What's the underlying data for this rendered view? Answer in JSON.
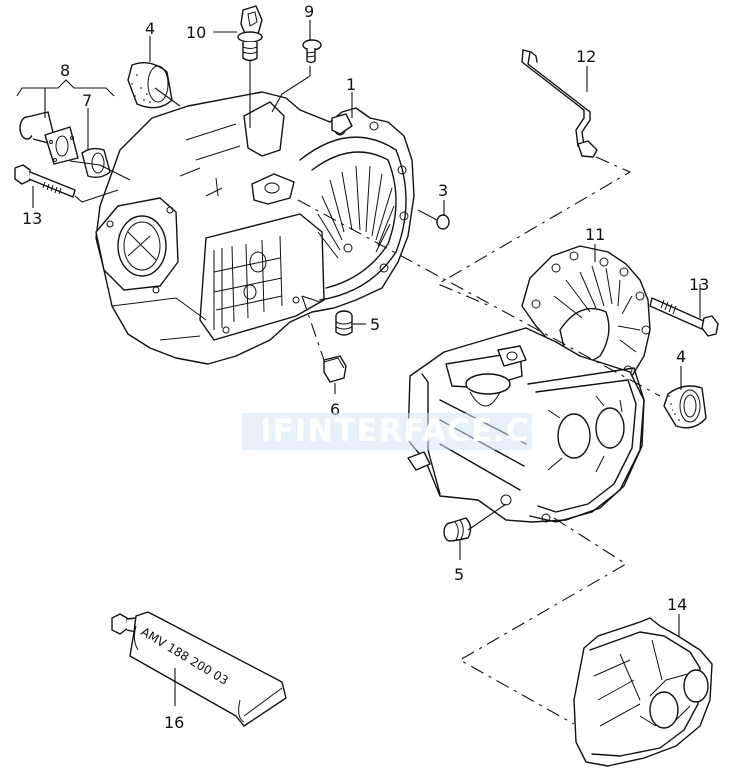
{
  "diagram": {
    "type": "exploded-parts-view",
    "subject": "gearbox housing",
    "background": "#ffffff",
    "line_color": "#111111",
    "watermark": {
      "text": "IFINTERFACE.COM",
      "color": "#d6e4f5"
    },
    "tube_label": "AMV 188 200 03",
    "callouts": [
      {
        "id": "1",
        "label": "1",
        "part": "gearbox-housing-front"
      },
      {
        "id": "3",
        "label": "3",
        "part": "plug"
      },
      {
        "id": "4a",
        "label": "4",
        "part": "oil-seal"
      },
      {
        "id": "4b",
        "label": "4",
        "part": "oil-seal"
      },
      {
        "id": "5a",
        "label": "5",
        "part": "dowel-sleeve"
      },
      {
        "id": "5b",
        "label": "5",
        "part": "dowel-sleeve"
      },
      {
        "id": "6",
        "label": "6",
        "part": "magnet"
      },
      {
        "id": "7",
        "label": "7",
        "part": "seal-ring"
      },
      {
        "id": "8",
        "label": "8",
        "part": "guide-sleeve-set"
      },
      {
        "id": "9",
        "label": "9",
        "part": "screw"
      },
      {
        "id": "10",
        "label": "10",
        "part": "breather-cap"
      },
      {
        "id": "11",
        "label": "11",
        "part": "housing-cover"
      },
      {
        "id": "12",
        "label": "12",
        "part": "bracket"
      },
      {
        "id": "13a",
        "label": "13",
        "part": "bolt"
      },
      {
        "id": "13b",
        "label": "13",
        "part": "bolt"
      },
      {
        "id": "14",
        "label": "14",
        "part": "rear-cover"
      },
      {
        "id": "16",
        "label": "16",
        "part": "sealant-tube"
      }
    ]
  }
}
